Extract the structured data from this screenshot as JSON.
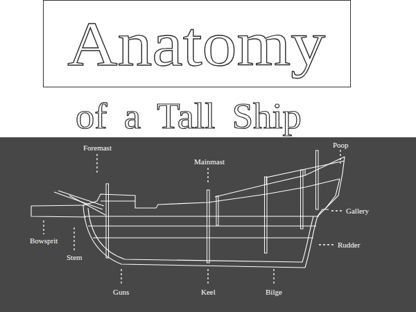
{
  "diagram": {
    "title": "Anatomy",
    "labels": [
      "of a Tall Ship",
      "Foremast",
      "Mainmast",
      "Poop",
      "Gallery",
      "Rudder",
      "Bowsprit",
      "Stem",
      "Guns",
      "Keel",
      "Bilge"
    ]
  }
}
